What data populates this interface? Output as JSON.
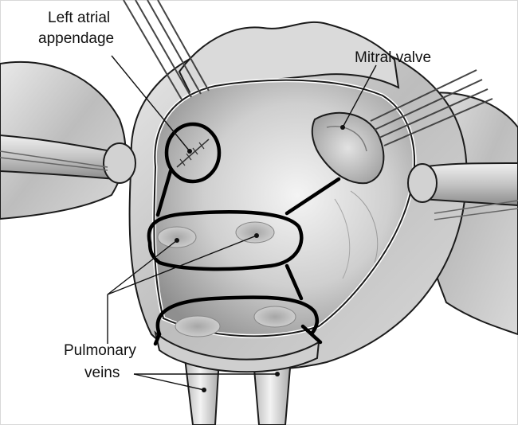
{
  "labels": {
    "left_atrial_appendage_line1": "Left atrial",
    "left_atrial_appendage_line2": "appendage",
    "mitral_valve": "Mitral valve",
    "pulmonary_veins_line1": "Pulmonary",
    "pulmonary_veins_line2": "veins"
  },
  "colors": {
    "background": "#ffffff",
    "tissue_light": "#f2f2f2",
    "tissue_mid": "#c9c9c9",
    "tissue_dark": "#8a8a8a",
    "ablation_line": "#000000",
    "text": "#111111"
  }
}
